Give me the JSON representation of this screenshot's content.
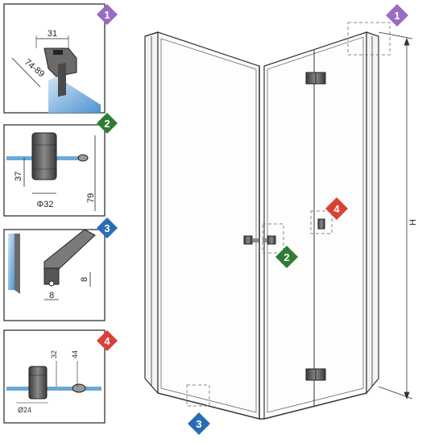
{
  "colors": {
    "badge_1": "#9b6bc2",
    "badge_2": "#2e7d32",
    "badge_3": "#2a6db5",
    "badge_4": "#d9403a",
    "glass": "#6aa8d8",
    "profile": "#555555"
  },
  "details": [
    {
      "badge": "1",
      "dims": [
        "31",
        "74-89"
      ]
    },
    {
      "badge": "2",
      "dims": [
        "37",
        "Φ32",
        "79"
      ]
    },
    {
      "badge": "3",
      "dims": [
        "8",
        "8"
      ]
    },
    {
      "badge": "4",
      "dims": [
        "32",
        "44",
        "Ø24"
      ]
    }
  ],
  "main": {
    "height_label": "H",
    "callouts": [
      "1",
      "2",
      "3",
      "4"
    ]
  }
}
